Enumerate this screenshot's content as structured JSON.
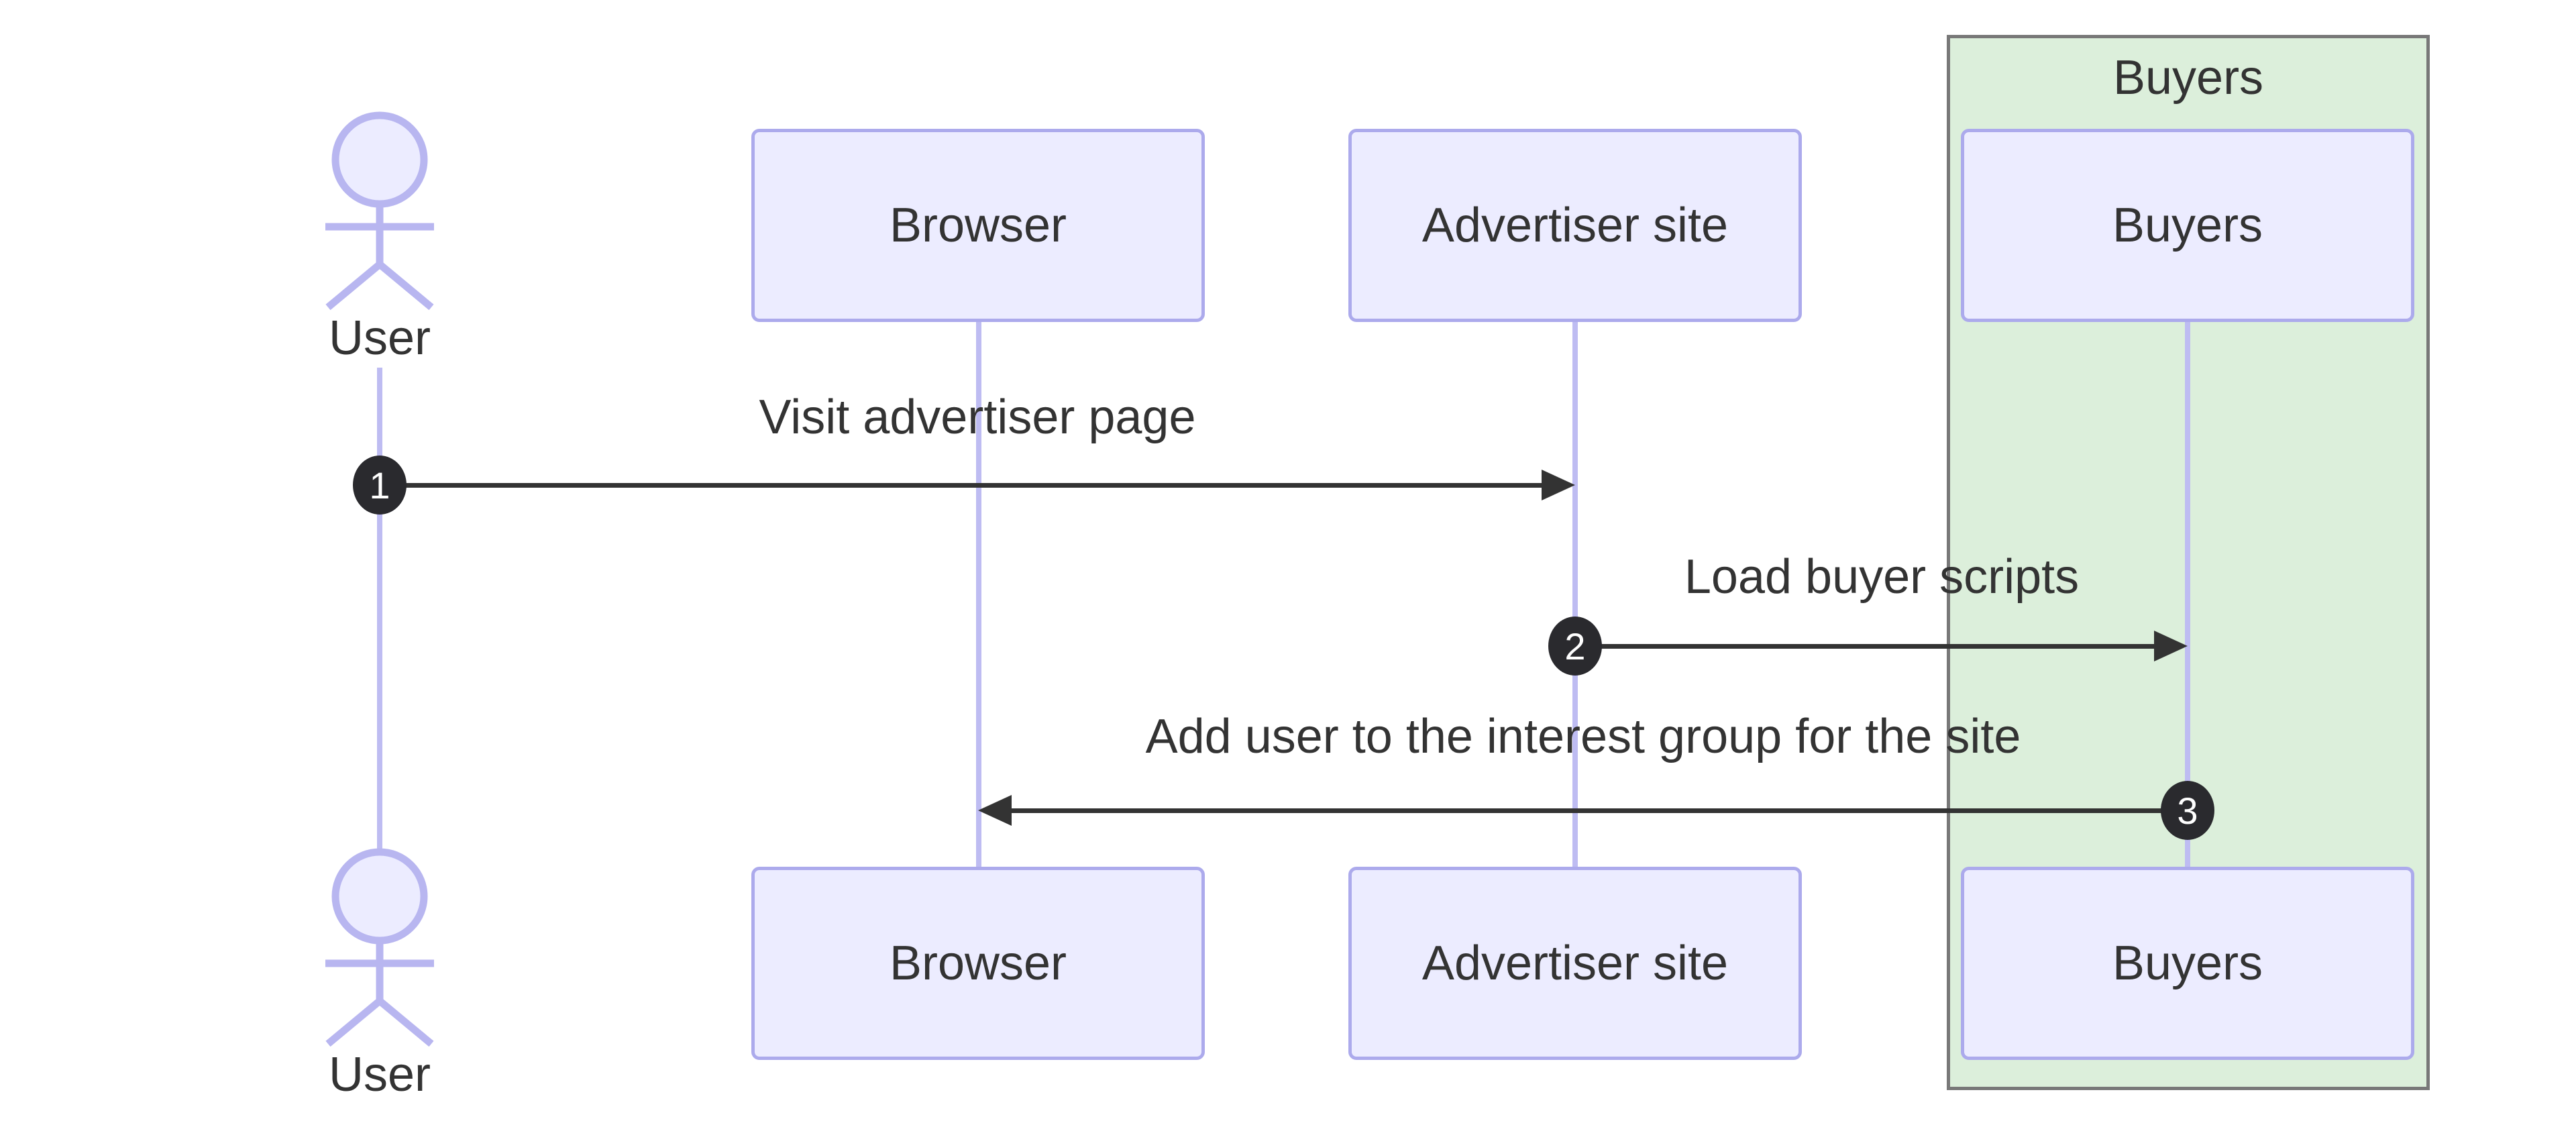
{
  "diagram": {
    "type": "sequence-diagram"
  },
  "actor": {
    "label": "User"
  },
  "participants": [
    {
      "label": "Browser"
    },
    {
      "label": "Advertiser site"
    },
    {
      "label": "Buyers"
    }
  ],
  "group": {
    "label": "Buyers"
  },
  "messages": [
    {
      "seq": "1",
      "text": "Visit advertiser page",
      "from": "User",
      "to": "Advertiser site"
    },
    {
      "seq": "2",
      "text": "Load buyer scripts",
      "from": "Advertiser site",
      "to": "Buyers"
    },
    {
      "seq": "3",
      "text": "Add user to the interest group for the site",
      "from": "Buyers",
      "to": "Browser"
    }
  ],
  "colors": {
    "bg": "#FFFFFF",
    "box_fill": "#ECECFF",
    "box_border": "#ACAAEC",
    "lifeline": "#BEBCF2",
    "actor_stroke": "#B8B6F0",
    "actor_head_fill": "#ECECFF",
    "group_fill": "#DCEFDB",
    "group_border": "#787878",
    "message_color": "#333333",
    "text_color": "#333333",
    "badge_fill": "#2A2A2E",
    "badge_text": "#FFFFFF"
  }
}
